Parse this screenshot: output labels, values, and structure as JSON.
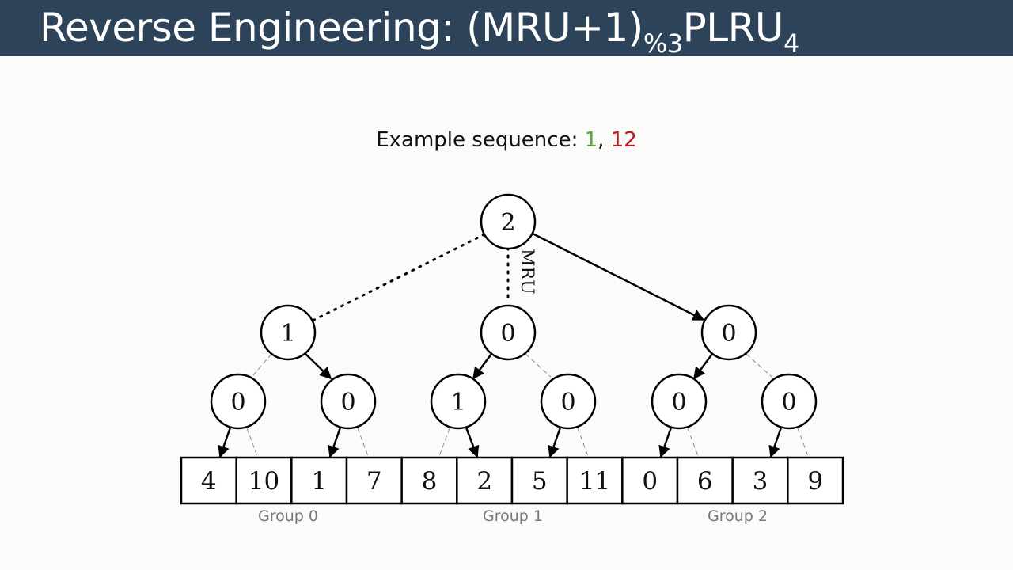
{
  "title": {
    "main": "Reverse Engineering: (MRU+1)",
    "subscript": "%3",
    "plru": "PLRU",
    "plru_subscript": "4"
  },
  "example": {
    "label": "Example sequence: ",
    "seq": [
      {
        "text": "1",
        "color": "#5aa544"
      },
      {
        "text": "12",
        "color": "#c0121f"
      }
    ],
    "separator": ",  "
  },
  "tree": {
    "root": "2",
    "mru_label": "MRU",
    "level1": [
      "1",
      "0",
      "0"
    ],
    "level2": [
      "0",
      "0",
      "1",
      "0",
      "0",
      "0"
    ]
  },
  "cells": [
    "4",
    "10",
    "1",
    "7",
    "8",
    "2",
    "5",
    "11",
    "0",
    "6",
    "3",
    "9"
  ],
  "groups": [
    "Group 0",
    "Group 1",
    "Group 2"
  ],
  "colors": {
    "title_bar": "#2d435a",
    "background": "#fbfbf9"
  }
}
